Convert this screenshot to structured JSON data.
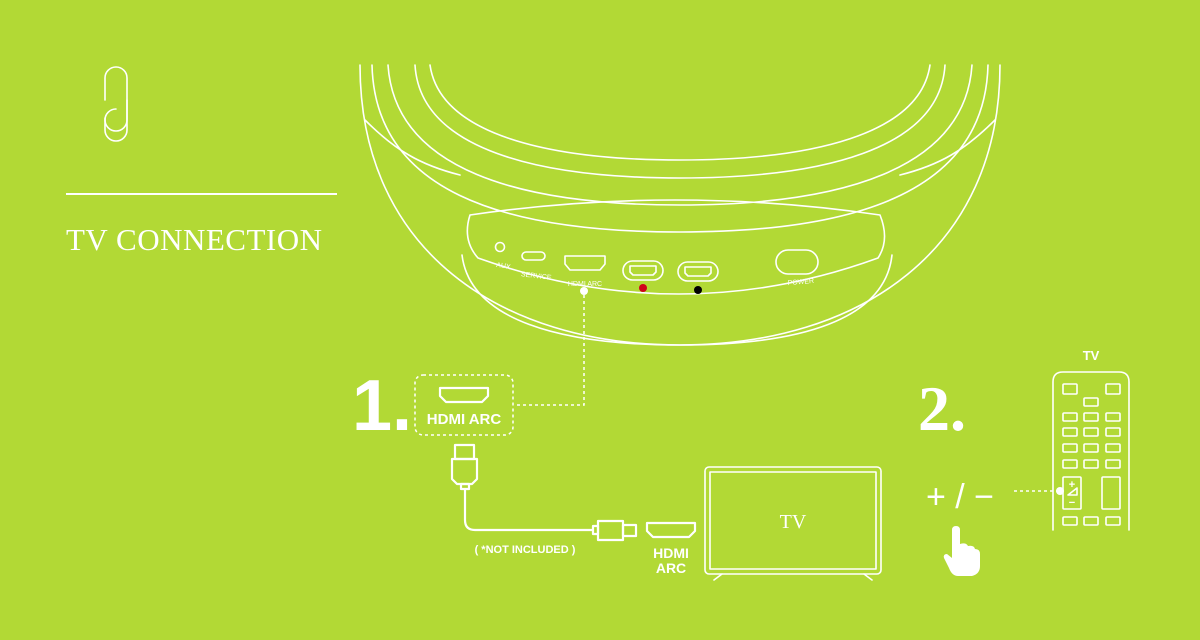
{
  "header": {
    "title": "TV CONNECTION",
    "logo_icon": "link-chain-icon"
  },
  "colors": {
    "background": "#b2d935",
    "line": "#ffffff",
    "red_port": "#d0021b",
    "black_port": "#000000"
  },
  "device_panel": {
    "ports": [
      {
        "label": "AUX"
      },
      {
        "label": "SERVICE"
      },
      {
        "label": "HDMI ARC"
      },
      {
        "label": "",
        "indicator": "red"
      },
      {
        "label": "",
        "indicator": "black"
      },
      {
        "label": "POWER"
      }
    ]
  },
  "step1": {
    "number": "1.",
    "port_label": "HDMI ARC",
    "cable_note": "( *NOT INCLUDED )",
    "tv_port_label_line1": "HDMI",
    "tv_port_label_line2": "ARC",
    "tv_label": "TV"
  },
  "step2": {
    "number": "2.",
    "volume_symbol": "+ / −",
    "remote_label": "TV",
    "remote_plus": "+",
    "remote_minus": "−"
  }
}
